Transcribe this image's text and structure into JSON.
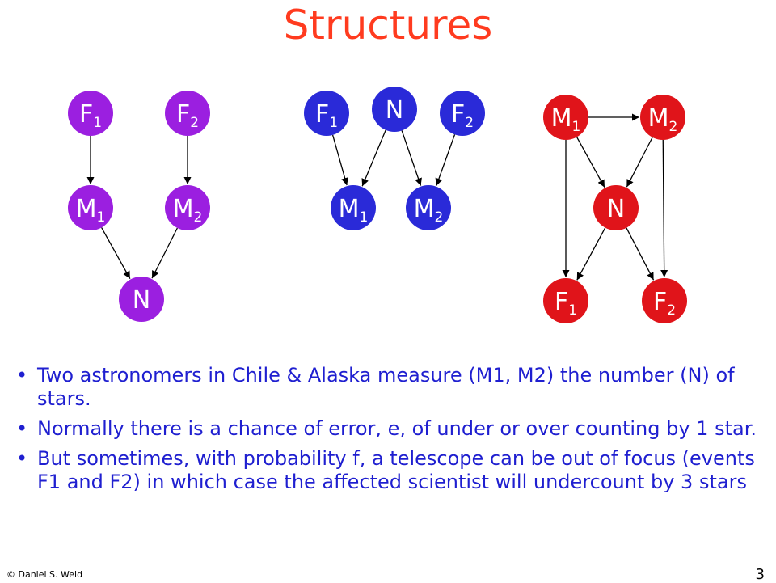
{
  "title": "Structures",
  "colors": {
    "title": "#ff3b1f",
    "purple": "#9b1fe0",
    "blue": "#2a2ad8",
    "red": "#e0141a",
    "text": "#1f1fd0"
  },
  "diagrams": [
    {
      "name": "structure-1",
      "nodes": [
        {
          "id": "F1",
          "base": "F",
          "sub": "1",
          "color": "purple"
        },
        {
          "id": "F2",
          "base": "F",
          "sub": "2",
          "color": "purple"
        },
        {
          "id": "M1",
          "base": "M",
          "sub": "1",
          "color": "purple"
        },
        {
          "id": "M2",
          "base": "M",
          "sub": "2",
          "color": "purple"
        },
        {
          "id": "N",
          "base": "N",
          "sub": "",
          "color": "purple"
        }
      ],
      "edges": [
        [
          "F1",
          "M1"
        ],
        [
          "F2",
          "M2"
        ],
        [
          "M1",
          "N"
        ],
        [
          "M2",
          "N"
        ]
      ]
    },
    {
      "name": "structure-2",
      "nodes": [
        {
          "id": "F1",
          "base": "F",
          "sub": "1",
          "color": "blue"
        },
        {
          "id": "N",
          "base": "N",
          "sub": "",
          "color": "blue"
        },
        {
          "id": "F2",
          "base": "F",
          "sub": "2",
          "color": "blue"
        },
        {
          "id": "M1",
          "base": "M",
          "sub": "1",
          "color": "blue"
        },
        {
          "id": "M2",
          "base": "M",
          "sub": "2",
          "color": "blue"
        }
      ],
      "edges": [
        [
          "F1",
          "M1"
        ],
        [
          "N",
          "M1"
        ],
        [
          "N",
          "M2"
        ],
        [
          "F2",
          "M2"
        ]
      ]
    },
    {
      "name": "structure-3",
      "nodes": [
        {
          "id": "M1",
          "base": "M",
          "sub": "1",
          "color": "red"
        },
        {
          "id": "M2",
          "base": "M",
          "sub": "2",
          "color": "red"
        },
        {
          "id": "N",
          "base": "N",
          "sub": "",
          "color": "red"
        },
        {
          "id": "F1",
          "base": "F",
          "sub": "1",
          "color": "red"
        },
        {
          "id": "F2",
          "base": "F",
          "sub": "2",
          "color": "red"
        }
      ],
      "edges": [
        [
          "M1",
          "M2"
        ],
        [
          "M1",
          "N"
        ],
        [
          "M2",
          "N"
        ],
        [
          "M1",
          "F1"
        ],
        [
          "M2",
          "F2"
        ],
        [
          "N",
          "F1"
        ],
        [
          "N",
          "F2"
        ]
      ]
    }
  ],
  "bullets": [
    "Two astronomers in Chile & Alaska measure (M1, M2) the number (N) of stars.",
    "Normally there is a chance of error, e, of under or over counting by 1 star.",
    "But sometimes, with probability f, a telescope can be out of focus (events F1 and F2) in which case the affected scientist will undercount by 3 stars"
  ],
  "footer": {
    "copyright": "© Daniel S. Weld",
    "page_number": "3"
  }
}
